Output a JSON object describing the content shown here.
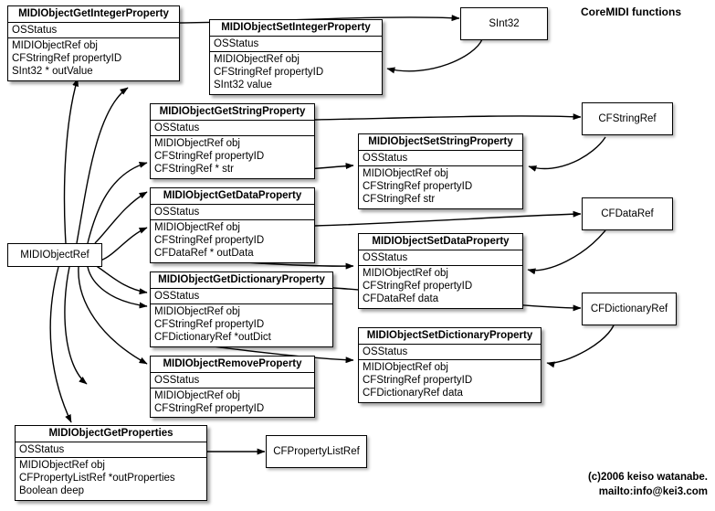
{
  "diagram": {
    "caption": "CoreMIDI functions",
    "credit_line1": "(c)2006 keiso watanabe.",
    "credit_line2": "mailto:info@kei3.com"
  },
  "functions": [
    {
      "id": "get-integer-property",
      "title": "MIDIObjectGetIntegerProperty",
      "returns": "OSStatus",
      "params": [
        "MIDIObjectRef obj",
        "CFStringRef propertyID",
        "SInt32 * outValue"
      ]
    },
    {
      "id": "set-integer-property",
      "title": "MIDIObjectSetIntegerProperty",
      "returns": "OSStatus",
      "params": [
        "MIDIObjectRef obj",
        "CFStringRef  propertyID",
        "SInt32 value"
      ]
    },
    {
      "id": "get-string-property",
      "title": "MIDIObjectGetStringProperty",
      "returns": "OSStatus",
      "params": [
        "MIDIObjectRef obj",
        "CFStringRef propertyID",
        "CFStringRef * str"
      ]
    },
    {
      "id": "set-string-property",
      "title": "MIDIObjectSetStringProperty",
      "returns": "OSStatus",
      "params": [
        "MIDIObjectRef obj",
        "CFStringRef propertyID",
        "CFStringRef str"
      ]
    },
    {
      "id": "get-data-property",
      "title": "MIDIObjectGetDataProperty",
      "returns": "OSStatus",
      "params": [
        "MIDIObjectRef obj",
        "CFStringRef propertyID",
        "CFDataRef * outData"
      ]
    },
    {
      "id": "set-data-property",
      "title": "MIDIObjectSetDataProperty",
      "returns": "OSStatus",
      "params": [
        "MIDIObjectRef obj",
        "CFStringRef propertyID",
        "CFDataRef data"
      ]
    },
    {
      "id": "get-dictionary-property",
      "title": "MIDIObjectGetDictionaryProperty",
      "returns": "OSStatus",
      "params": [
        "MIDIObjectRef obj",
        "CFStringRef propertyID",
        "CFDictionaryRef *outDict"
      ]
    },
    {
      "id": "set-dictionary-property",
      "title": "MIDIObjectSetDictionaryProperty",
      "returns": "OSStatus",
      "params": [
        "MIDIObjectRef  obj",
        "CFStringRef propertyID",
        "CFDictionaryRef data"
      ]
    },
    {
      "id": "remove-property",
      "title": "MIDIObjectRemoveProperty",
      "returns": "OSStatus",
      "params": [
        "MIDIObjectRef obj",
        "CFStringRef propertyID"
      ]
    },
    {
      "id": "get-properties",
      "title": "MIDIObjectGetProperties",
      "returns": "OSStatus",
      "params": [
        "MIDIObjectRef obj",
        "CFPropertyListRef *outProperties",
        "Boolean deep"
      ]
    }
  ],
  "types": [
    {
      "id": "midiobjectref",
      "label": "MIDIObjectRef"
    },
    {
      "id": "sint32",
      "label": "SInt32"
    },
    {
      "id": "cfstringref",
      "label": "CFStringRef"
    },
    {
      "id": "cfdataref",
      "label": "CFDataRef"
    },
    {
      "id": "cfdictionaryref",
      "label": "CFDictionaryRef"
    },
    {
      "id": "cfpropertylistref",
      "label": "CFPropertyListRef"
    }
  ],
  "colors": {
    "stroke": "#000000",
    "box_fill": "#ffffff",
    "page_bg": "#ffffff"
  }
}
